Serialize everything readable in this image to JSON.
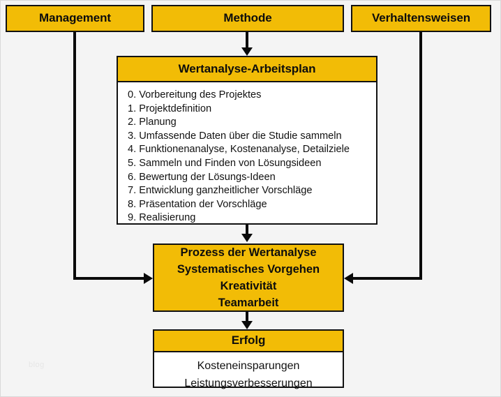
{
  "diagram": {
    "title": "Wertanalyse Prozess Diagramm",
    "background_color": "#f4f4f4",
    "accent_color": "#f2bc06",
    "line_color": "#0a0a0a",
    "watermark": "blog"
  },
  "inputs": [
    {
      "label": "Management"
    },
    {
      "label": "Methode"
    },
    {
      "label": "Verhaltensweisen"
    }
  ],
  "workplan": {
    "header": "Wertanalyse-Arbeitsplan",
    "steps": [
      "0. Vorbereitung des Projektes",
      "1. Projektdefinition",
      "2. Planung",
      "3. Umfassende Daten über die Studie sammeln",
      "4. Funktionenanalyse,  Kostenanalyse,  Detailziele",
      "5. Sammeln und Finden von Lösungsideen",
      "6. Bewertung der Lösungs-Ideen",
      "7. Entwicklung ganzheitlicher  Vorschläge",
      "8. Präsentation der Vorschläge",
      "9. Realisierung"
    ]
  },
  "process": {
    "lines": [
      "Prozess der Wertanalyse",
      "Systematisches Vorgehen",
      "Kreativität",
      "Teamarbeit"
    ]
  },
  "result": {
    "header": "Erfolg",
    "lines": [
      "Kosteneinsparungen",
      "Leistungsverbesserungen"
    ]
  }
}
